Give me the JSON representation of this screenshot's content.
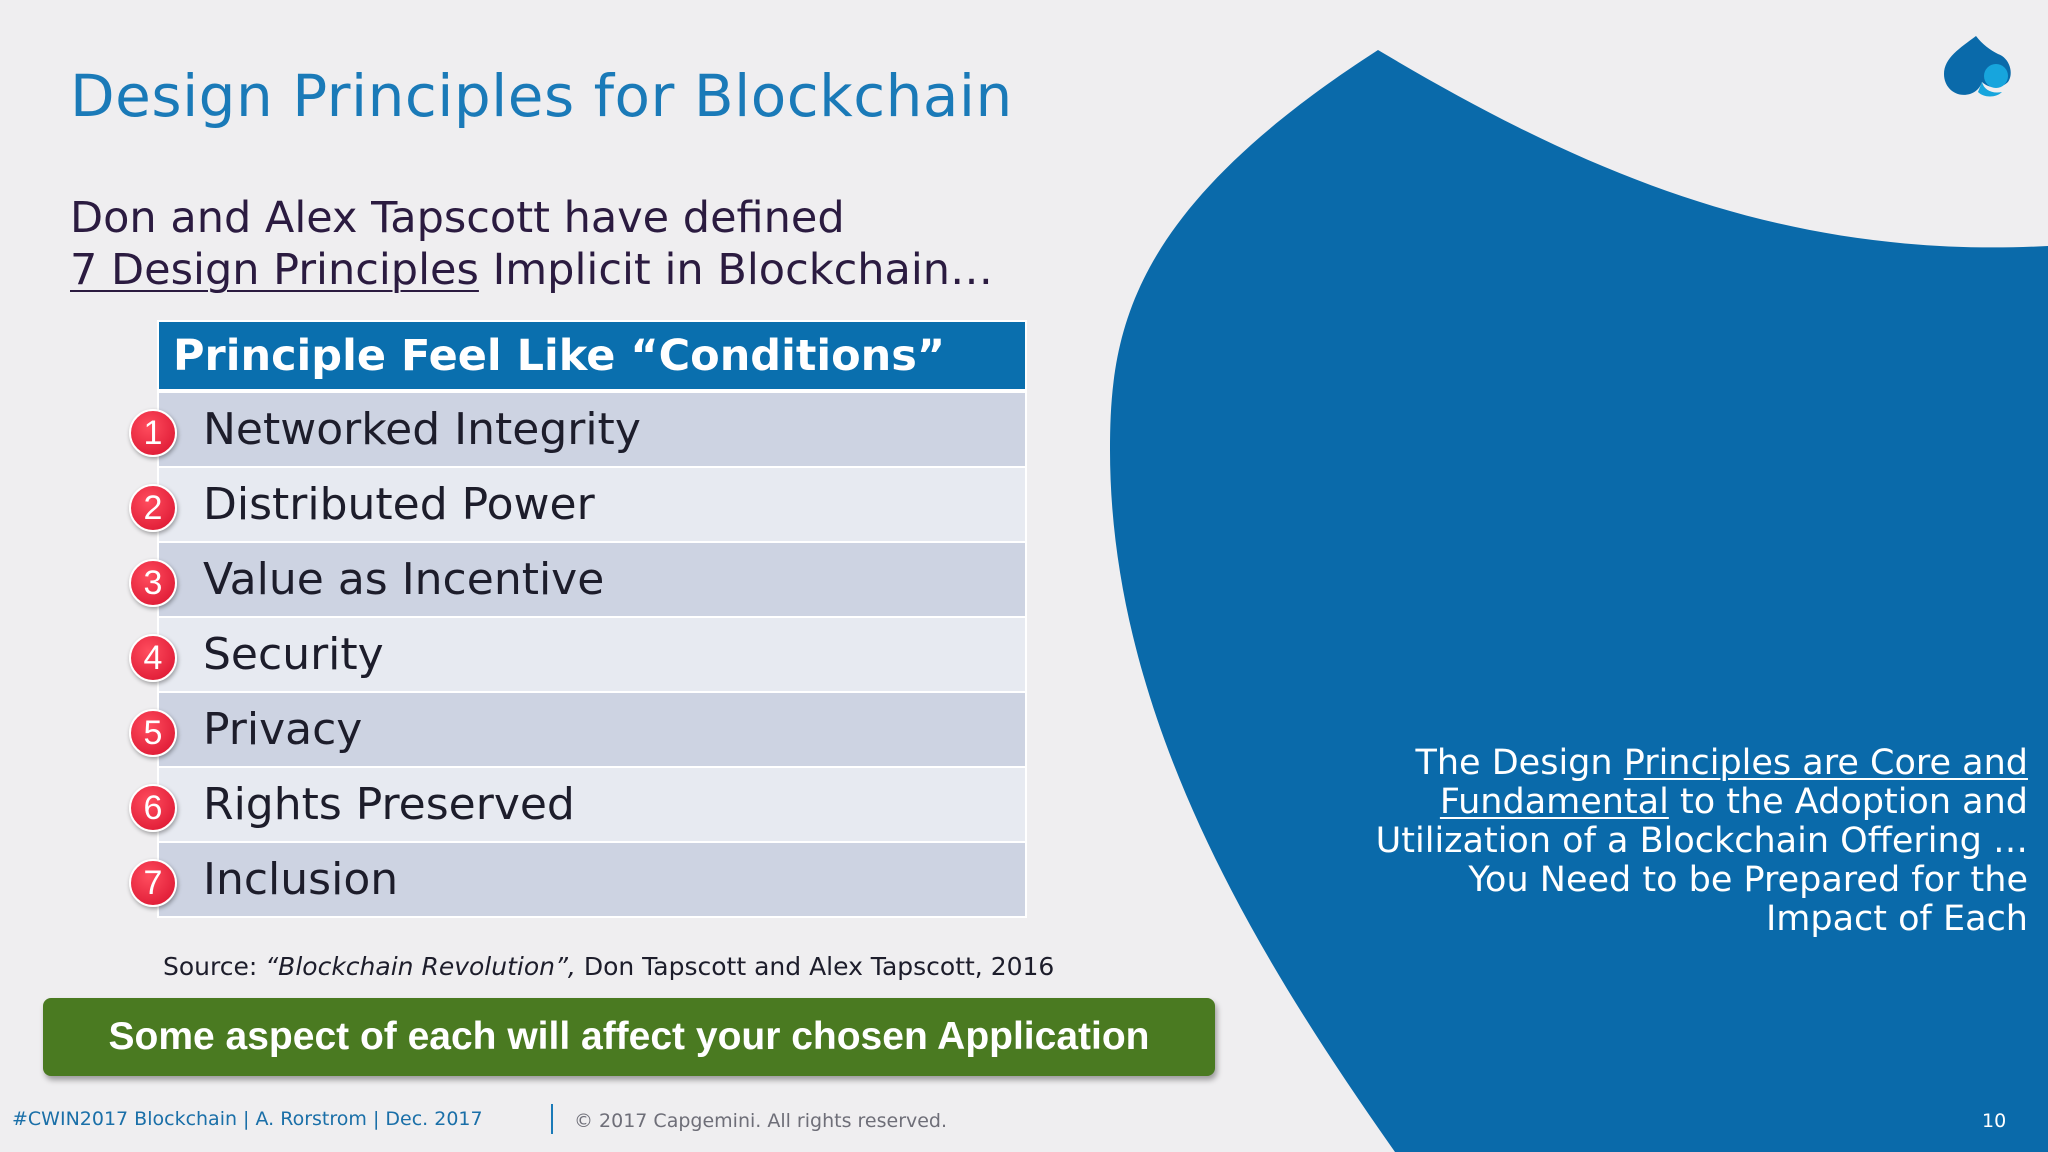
{
  "slide": {
    "title": "Design Principles for Blockchain",
    "intro_line1": "Don and Alex Tapscott have defined",
    "intro_line2_underlined": "7 Design Principles",
    "intro_line2_rest": " Implicit in Blockchain…"
  },
  "table": {
    "header": "Principle Feel Like “Conditions”",
    "rows": [
      {
        "num": "1",
        "label": "Networked Integrity"
      },
      {
        "num": "2",
        "label": "Distributed Power"
      },
      {
        "num": "3",
        "label": "Value as Incentive"
      },
      {
        "num": "4",
        "label": "Security"
      },
      {
        "num": "5",
        "label": "Privacy"
      },
      {
        "num": "6",
        "label": "Rights Preserved"
      },
      {
        "num": "7",
        "label": "Inclusion"
      }
    ]
  },
  "source": {
    "prefix": "Source: ",
    "book": "“Blockchain Revolution”,",
    "rest": " Don Tapscott and Alex Tapscott, 2016"
  },
  "banner": {
    "text": "Some aspect of each will affect your chosen Application"
  },
  "right_panel": {
    "t1": "The Design ",
    "u1": "Principles are Core and",
    "u2": "Fundamental",
    "t2": " to the Adoption and",
    "t3": "Utilization of a Blockchain Offering …",
    "t4": "You Need to be Prepared for the",
    "t5": "Impact of Each"
  },
  "footer": {
    "left": "#CWIN2017 Blockchain | A. Rorstrom | Dec. 2017",
    "copyright": "© 2017 Capgemini. All rights reserved.",
    "page": "10"
  },
  "colors": {
    "accent_blue": "#0a6fae",
    "banner_green": "#4a7a21",
    "badge_red": "#e0182f"
  },
  "icons": {
    "logo": "capgemini-spade-logo"
  }
}
